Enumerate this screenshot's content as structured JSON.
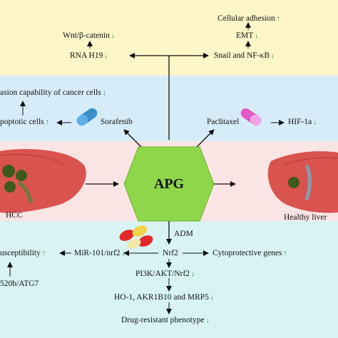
{
  "colors": {
    "band_top": "#fdf6c8",
    "band_drug": "#d6ecf8",
    "band_liver": "#fbe4e4",
    "band_bottom": "#d8f4f2",
    "hexagon": "#8fd64a",
    "arrow_green": "#1a9a3b",
    "liver": "#d9534f"
  },
  "top": {
    "wnt": "Wnt/β-catenin",
    "wnt_arrow": "↓",
    "rna": "RNA H19",
    "rna_arrow": "↓",
    "adhesion": "Cellular adhesion",
    "adhesion_arrow": "↑",
    "emt": "EMT",
    "emt_arrow": "↓",
    "snail": "Snail and NF-κB",
    "snail_arrow": "↓"
  },
  "drug": {
    "invasion": "asion capability of cancer cells",
    "invasion_arrow": "↓",
    "apoptotic": "poptotic cells",
    "apoptotic_arrow": "↑",
    "sorafenib": "Sorafenib",
    "paclitaxel": "Paclitaxel",
    "hif": "HIF-1a",
    "hif_arrow": "↓"
  },
  "liver": {
    "center": "APG",
    "hcc": "HCC",
    "healthy": "Healthy liver"
  },
  "bottom": {
    "adm": "ADM",
    "nrf2": "Nrf2",
    "mir": "MiR-101/nrf2",
    "mir_arrow": "↓",
    "susceptibility": "usceptibility",
    "susceptibility_arrow": "↑",
    "atg": "520b/ATG7",
    "cytoprotective": "Cytoprotective genes",
    "cytoprotective_arrow": "↑",
    "pi3k": "PI3K/AKT/Nrf2",
    "pi3k_arrow": "↓",
    "ho1": "HO-1, AKR1B10 and MRP5",
    "ho1_arrow": "↓",
    "drug_resistant": "Drug-resistant phenotype",
    "drug_resistant_arrow": "↓"
  }
}
